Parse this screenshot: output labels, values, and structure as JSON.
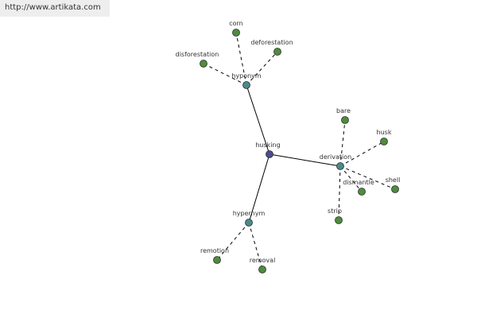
{
  "site_url": "http://www.artikata.com",
  "colors": {
    "root": "#4b4b8f",
    "relation": "#4a8a8a",
    "leaf": "#4e8c3e",
    "node_stroke": "#2e2e2e",
    "edge": "#000000"
  },
  "graph": {
    "root": {
      "id": "husking",
      "label": "husking"
    },
    "relations": [
      {
        "id": "hyponym",
        "label": "hyponym",
        "leaves": [
          {
            "id": "corn",
            "label": "corn"
          },
          {
            "id": "deforestation",
            "label": "deforestation"
          },
          {
            "id": "disforestation",
            "label": "disforestation"
          }
        ]
      },
      {
        "id": "derivation",
        "label": "derivation",
        "leaves": [
          {
            "id": "bare",
            "label": "bare"
          },
          {
            "id": "husk",
            "label": "husk"
          },
          {
            "id": "shell",
            "label": "shell"
          },
          {
            "id": "dismantle",
            "label": "dismantle"
          },
          {
            "id": "strip",
            "label": "strip"
          }
        ]
      },
      {
        "id": "hypernym",
        "label": "hypernym",
        "leaves": [
          {
            "id": "remotion",
            "label": "remotion"
          },
          {
            "id": "removal",
            "label": "removal"
          }
        ]
      }
    ]
  }
}
